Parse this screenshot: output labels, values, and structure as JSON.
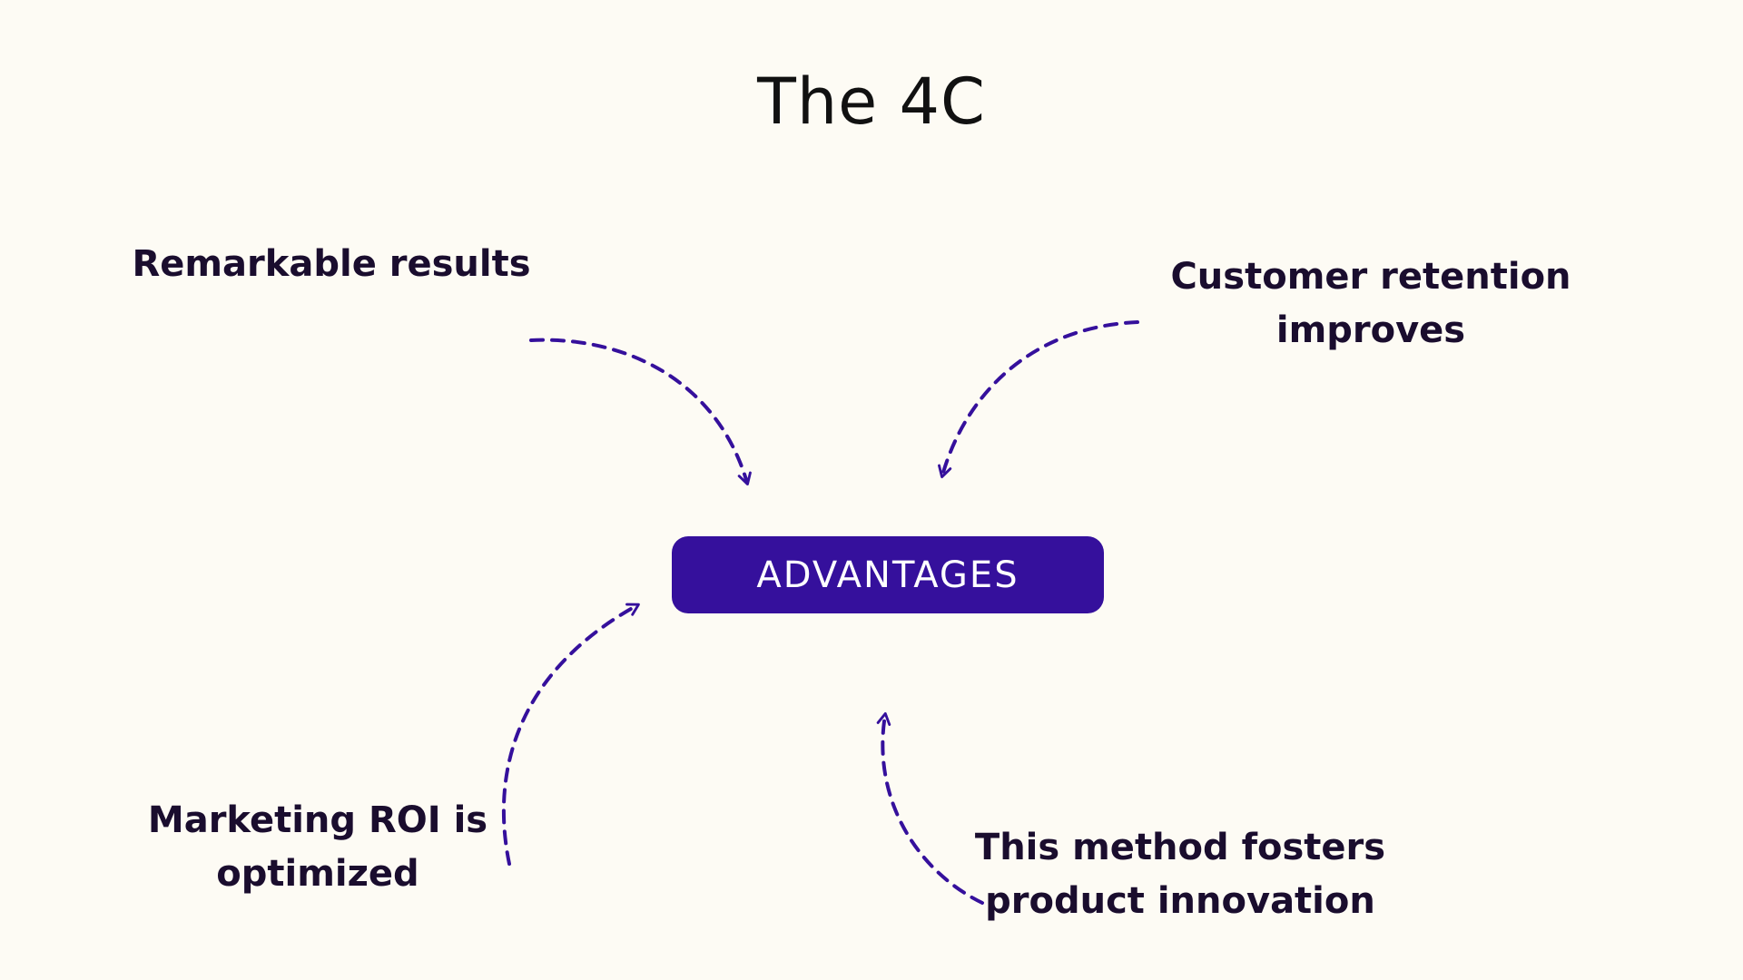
{
  "title": "The 4C",
  "center": {
    "label": "ADVANTAGES"
  },
  "nodes": [
    {
      "id": "remarkable",
      "lines": [
        "Remarkable results"
      ]
    },
    {
      "id": "retention",
      "lines": [
        "Customer retention",
        "improves"
      ]
    },
    {
      "id": "roi",
      "lines": [
        "Marketing ROI is",
        "optimized"
      ]
    },
    {
      "id": "innovation",
      "lines": [
        "This method fosters",
        "product innovation"
      ]
    }
  ],
  "colors": {
    "background": "#fdfbf4",
    "accent": "#35109c",
    "text": "#1a0d2e"
  }
}
